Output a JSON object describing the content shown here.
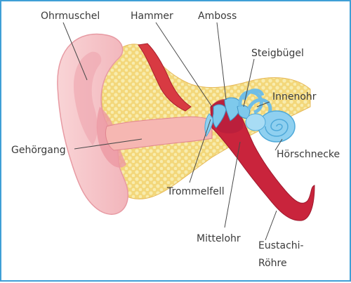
{
  "labels": {
    "ohrmuschel": "Ohrmuschel",
    "hammer": "Hammer",
    "amboss": "Amboss",
    "steigbuegel": "Steigbügel",
    "innenohr": "Innenohr",
    "gehoergang": "Gehörgang",
    "hoerschnecke": "Hörschnecke",
    "trommelfell": "Trommelfell",
    "mittelohr": "Mittelohr",
    "eustachi_line1": "Eustachi-",
    "eustachi_line2": "Röhre"
  },
  "colors": {
    "frame": "#3f9fd6",
    "skin": "#f7c9cc",
    "skin_dark": "#ee9fa6",
    "bone": "#f3d77a",
    "bone_dots": "#f8ecae",
    "canal": "#f6b7b2",
    "middle_ear": "#cc2a4a",
    "tube": "#c9243c",
    "cochlea": "#8fd0f0",
    "cochlea_dark": "#4ea9d9",
    "ossicles": "#7ec9ec",
    "muscle": "#d83a42"
  }
}
